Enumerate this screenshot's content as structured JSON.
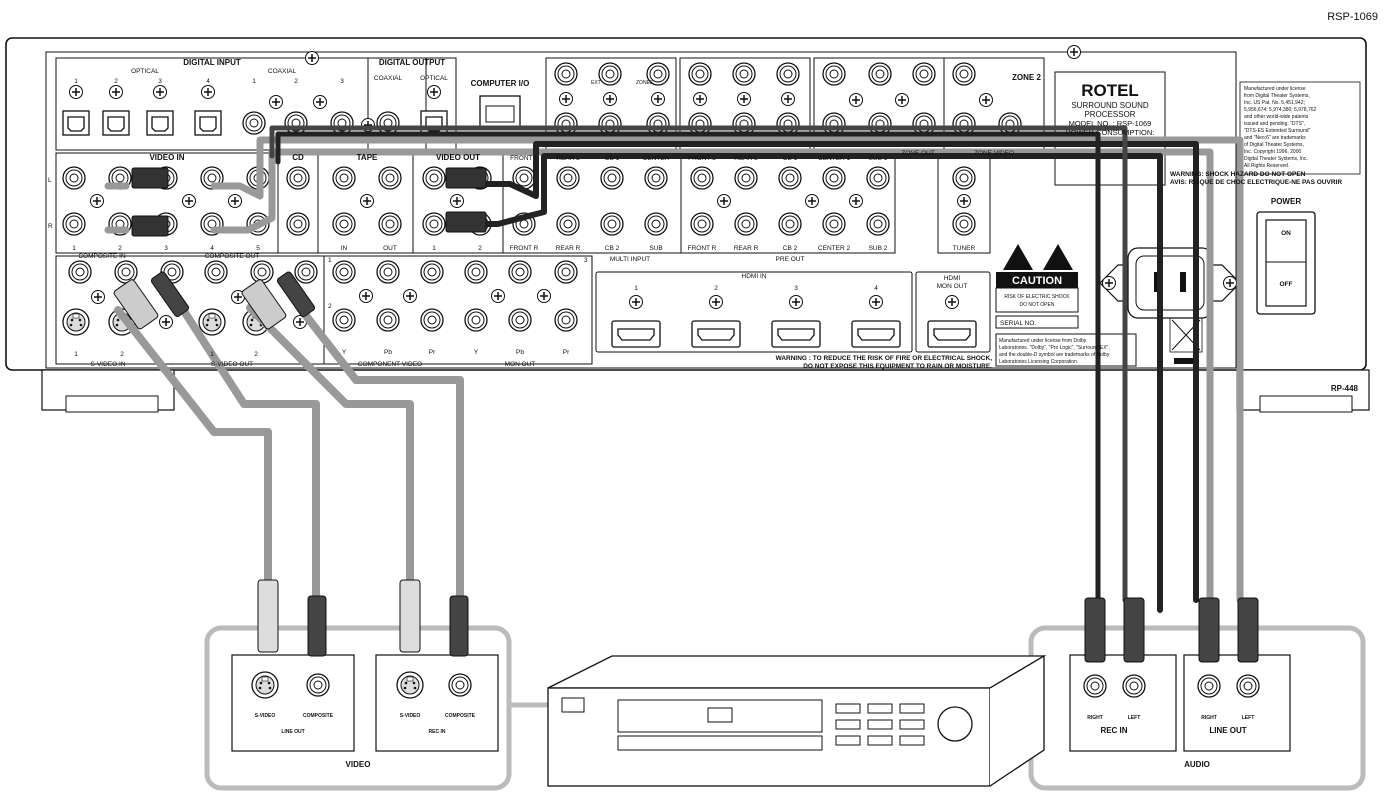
{
  "model_id": "RSP-1069",
  "rear_panel_id": "RP-448",
  "digital_input": {
    "title": "DIGITAL INPUT",
    "optical": "OPTICAL",
    "coaxial": "COAXIAL",
    "optical_nums": [
      "1",
      "2",
      "3",
      "4"
    ],
    "coax_nums": [
      "1",
      "2",
      "3"
    ]
  },
  "digital_output": {
    "title": "DIGITAL OUTPUT",
    "coaxial": "COAXIAL",
    "optical": "OPTICAL"
  },
  "computer_io": "COMPUTER I/O",
  "zone_labels": {
    "zone2_vertical": "ZONE2",
    "ext": "EXT",
    "zone_out": "ZONE OUT",
    "zone_video": "ZONE VIDEO",
    "zone2": "ZONE 2"
  },
  "video_in": {
    "title": "VIDEO IN",
    "nums": [
      "1",
      "2",
      "3",
      "4",
      "5"
    ]
  },
  "lr": {
    "l": "L",
    "r": "R"
  },
  "cd": "CD",
  "tape": {
    "title": "TAPE",
    "in": "IN",
    "out": "OUT"
  },
  "video_out": {
    "title": "VIDEO OUT",
    "nums": [
      "1",
      "2"
    ]
  },
  "multi_input": {
    "title": "MULTI INPUT",
    "top": [
      "FRONT L",
      "REAR L",
      "CB 1",
      "CENTER"
    ],
    "bottom": [
      "FRONT R",
      "REAR R",
      "CB 2",
      "SUB"
    ]
  },
  "pre_out": {
    "title": "PRE OUT",
    "top": [
      "FRONT L",
      "REAR L",
      "CB 1",
      "CENTER 1",
      "SUB 1"
    ],
    "bottom": [
      "FRONT R",
      "REAR R",
      "CB 2",
      "CENTER 2",
      "SUB 2"
    ]
  },
  "tuner": "TUNER",
  "composite": {
    "in": "COMPOSITE IN",
    "out": "COMPOSITE OUT"
  },
  "svideo": {
    "in": "S-VIDEO IN",
    "out": "S-VIDEO OUT",
    "nums": [
      "1",
      "2",
      "1",
      "2"
    ]
  },
  "component": {
    "title": "COMPONENT VIDEO",
    "y": "Y",
    "pb": "Pb",
    "pr": "Pr",
    "rows": [
      "1",
      "2",
      "3"
    ]
  },
  "mon_out": {
    "title": "MON OUT",
    "y": "Y",
    "pb": "Pb",
    "pr": "Pr"
  },
  "hdmi_in": {
    "title": "HDMI IN",
    "nums": [
      "1",
      "2",
      "3",
      "4"
    ]
  },
  "hdmi_mon": {
    "line1": "HDMI",
    "line2": "MON OUT"
  },
  "rotel": {
    "logo": "ROTEL",
    "l1": "SURROUND SOUND",
    "l2": "PROCESSOR",
    "l3": "MODEL NO. : RSP-1069",
    "l4": "POWER CONSUMPTION:"
  },
  "dts_notice": [
    "Manufactured under license",
    "from Digital Theater Systems,",
    "Inc. US Pat. No. 5,451,942;",
    "5,956,674; 5,974,380; 5,978,762",
    "and other world-wide patents",
    "issued and pending. \"DTS\",",
    "\"DTS-ES Extended Surround\"",
    "and \"Neo:6\" are trademarks",
    "of Digital Theater Systems,",
    "Inc. Copyright 1996, 2000",
    "Digital Theater Systems, Inc.",
    "All Rights Reserved."
  ],
  "shock_warning": {
    "l1": "WARNING: SHOCK HAZARD DO NOT OPEN",
    "l2": "AVIS: RISQUE DE CHOC ELECTRIQUE-NE PAS OUVRIR"
  },
  "power": {
    "title": "POWER",
    "on": "ON",
    "off": "OFF"
  },
  "caution": {
    "title": "CAUTION",
    "l1": "RISK OF ELECTRIC SHOCK",
    "l2": "DO NOT OPEN"
  },
  "serial": "SERIAL NO.",
  "dolby": [
    "Manufactured under license from Dolby",
    "Laboratories. \"Dolby\", \"Pro Logic\", \"Surround EX\",",
    "and the double-D symbol are trademarks of Dolby",
    "Laboratories Licensing Corporation."
  ],
  "warning_moisture": {
    "l1": "WARNING : TO REDUCE THE RISK OF FIRE OR ELECTRICAL SHOCK,",
    "l2": "DO NOT EXPOSE THIS EQUIPMENT TO RAIN OR MOISTURE."
  },
  "device_video": {
    "svideo": "S-VIDEO",
    "composite": "COMPOSITE",
    "line_out": "LINE OUT",
    "rec_in": "REC IN",
    "group": "VIDEO"
  },
  "device_audio": {
    "right": "RIGHT",
    "left": "LEFT",
    "rec_in": "REC IN",
    "line_out": "LINE OUT",
    "group": "AUDIO"
  }
}
